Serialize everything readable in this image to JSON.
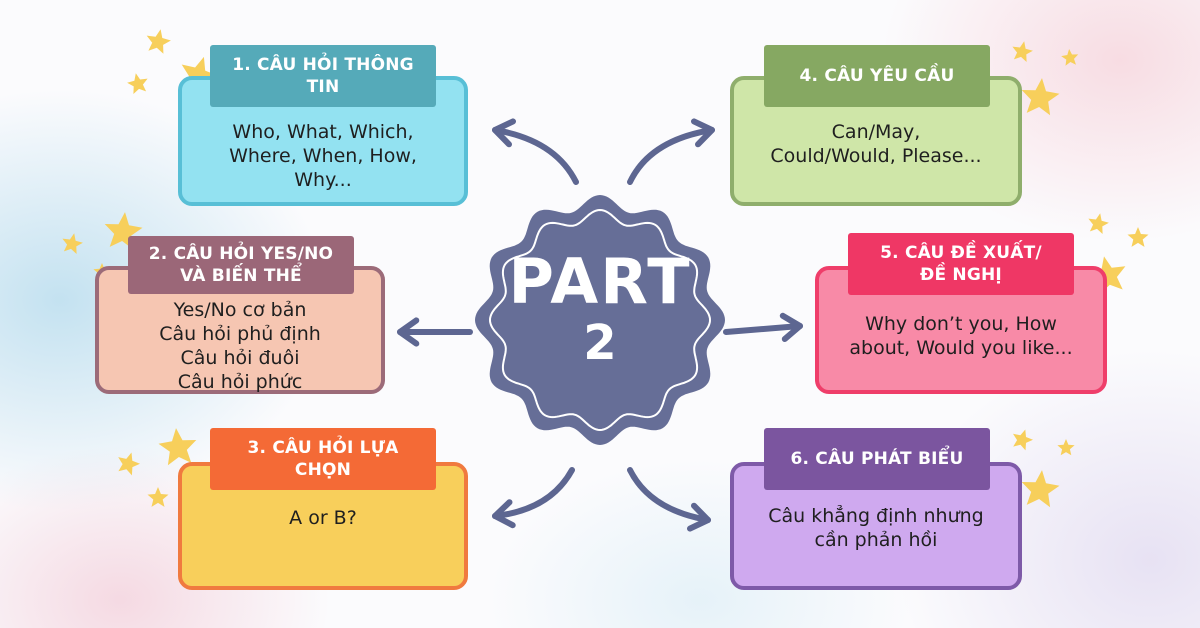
{
  "center": {
    "title": "PART",
    "number": "2"
  },
  "colors": {
    "arrow": "#5d6691",
    "center_fill": "#666e97",
    "star": "#f7cf5b"
  },
  "categories": [
    {
      "label": "1. CÂU HỎI THÔNG TIN",
      "lines": [
        "Who, What, Which,",
        "Where, When, How,",
        "Why..."
      ],
      "card_fill": "#93e2f1",
      "card_border": "#58bfd6",
      "label_fill": "#55aab9"
    },
    {
      "label_lines": [
        "2. CÂU HỎI YES/NO",
        "VÀ BIẾN THỂ"
      ],
      "lines": [
        "Yes/No cơ bản",
        "Câu hỏi phủ định",
        "Câu hỏi đuôi",
        "Câu hỏi phức"
      ],
      "card_fill": "#f6c6b2",
      "card_border": "#9c6b79",
      "label_fill": "#9b6778"
    },
    {
      "label_lines": [
        "3. CÂU HỎI LỰA",
        "CHỌN"
      ],
      "lines": [
        "A or B?"
      ],
      "card_fill": "#f8cf5b",
      "card_border": "#f07a3f",
      "label_fill": "#f46a36"
    },
    {
      "label": "4. CÂU YÊU CẦU",
      "lines": [
        "Can/May,",
        "Could/Would, Please..."
      ],
      "card_fill": "#cfe6a8",
      "card_border": "#8fae6c",
      "label_fill": "#86a862"
    },
    {
      "label_lines": [
        "5. CÂU ĐỀ XUẤT/",
        "ĐỀ NGHỊ"
      ],
      "lines": [
        "Why don’t you, How",
        "about, Would you like..."
      ],
      "card_fill": "#f88aa7",
      "card_border": "#ef3e6a",
      "label_fill": "#ef3765"
    },
    {
      "label": "6. CÂU PHÁT BIỂU",
      "lines": [
        "Câu khẳng định nhưng",
        "cần phản hồi"
      ],
      "card_fill": "#cfa9ef",
      "card_border": "#7e5aa8",
      "label_fill": "#7b559f"
    }
  ]
}
